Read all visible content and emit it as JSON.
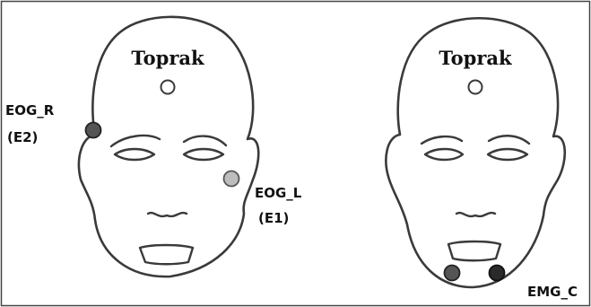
{
  "diagram": {
    "left_head": {
      "ground_label": "Toprak",
      "eog_right": {
        "name": "EOG_R",
        "code": "(E2)"
      },
      "eog_left": {
        "name": "EOG_L",
        "code": "(E1)"
      }
    },
    "right_head": {
      "ground_label": "Toprak",
      "emg_label": "EMG_C"
    }
  },
  "colors": {
    "outline": "#3a3a3a",
    "electrode_dark": "#555555",
    "electrode_darker": "#2a2a2a",
    "electrode_light": "#bdbdbd",
    "ground_electrode": "#ffffff"
  }
}
